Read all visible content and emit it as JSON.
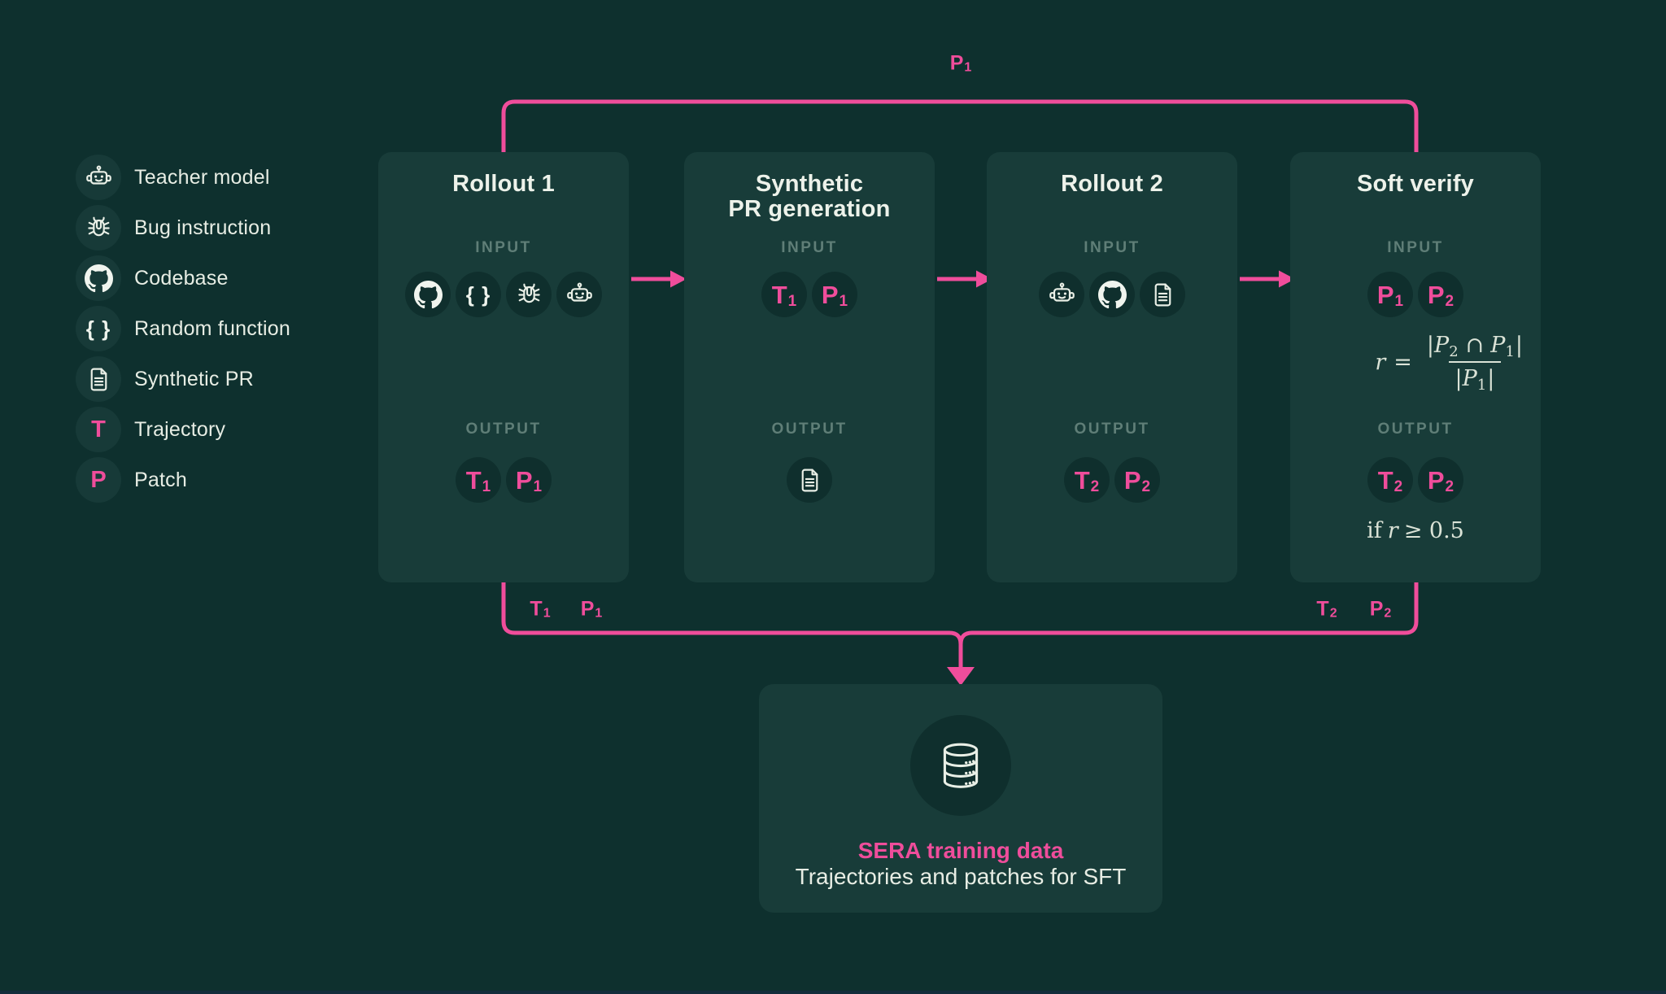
{
  "colors": {
    "background": "#0e302e",
    "card": "#183c39",
    "chip": "#0f2f2d",
    "accent_pink": "#ef4d9b",
    "text_light": "#e7ede4",
    "text_muted": "#5f7e77",
    "formula_text": "#dbe3d7"
  },
  "icons": {
    "braces_glyph": "{ }"
  },
  "legend": {
    "items": [
      {
        "icon": "teacher-model-icon",
        "label": "Teacher model"
      },
      {
        "icon": "bug-icon",
        "label": "Bug instruction"
      },
      {
        "icon": "github-icon",
        "label": "Codebase"
      },
      {
        "icon": "braces-icon",
        "label": "Random function"
      },
      {
        "icon": "document-icon",
        "label": "Synthetic PR"
      },
      {
        "icon": "trajectory-badge",
        "label": "Trajectory",
        "letter": "T"
      },
      {
        "icon": "patch-badge",
        "label": "Patch",
        "letter": "P"
      }
    ]
  },
  "cards": [
    {
      "title": "Rollout 1",
      "input_label": "INPUT",
      "output_label": "OUTPUT",
      "input_icons": [
        "github-icon",
        "braces-icon",
        "bug-icon",
        "teacher-model-icon"
      ],
      "output_badges": [
        {
          "letter": "T",
          "sub": "1"
        },
        {
          "letter": "P",
          "sub": "1"
        }
      ]
    },
    {
      "title": "Synthetic\nPR generation",
      "input_label": "INPUT",
      "output_label": "OUTPUT",
      "input_badges": [
        {
          "letter": "T",
          "sub": "1"
        },
        {
          "letter": "P",
          "sub": "1"
        }
      ],
      "output_icons": [
        "document-icon"
      ]
    },
    {
      "title": "Rollout 2",
      "input_label": "INPUT",
      "output_label": "OUTPUT",
      "input_icons": [
        "teacher-model-icon",
        "github-icon",
        "document-icon"
      ],
      "output_badges": [
        {
          "letter": "T",
          "sub": "2"
        },
        {
          "letter": "P",
          "sub": "2"
        }
      ]
    },
    {
      "title": "Soft verify",
      "input_label": "INPUT",
      "output_label": "OUTPUT",
      "input_badges": [
        {
          "letter": "P",
          "sub": "1"
        },
        {
          "letter": "P",
          "sub": "2"
        }
      ],
      "formula": {
        "lhs": "r",
        "eq": "=",
        "num_open": "|",
        "num_p1": "P",
        "num_sub1": "2",
        "num_op": "∩",
        "num_p2": "P",
        "num_sub2": "1",
        "num_close": "|",
        "den_open": "|",
        "den_p": "P",
        "den_sub": "1",
        "den_close": "|"
      },
      "output_badges": [
        {
          "letter": "T",
          "sub": "2"
        },
        {
          "letter": "P",
          "sub": "2"
        }
      ],
      "condition": {
        "word": "if",
        "var": "r",
        "rest": "≥ 0.5"
      }
    }
  ],
  "connectors": {
    "top_label": {
      "letter": "P",
      "sub": "1"
    },
    "bottom_left_labels": [
      {
        "letter": "T",
        "sub": "1"
      },
      {
        "letter": "P",
        "sub": "1"
      }
    ],
    "bottom_right_labels": [
      {
        "letter": "T",
        "sub": "2"
      },
      {
        "letter": "P",
        "sub": "2"
      }
    ]
  },
  "sink": {
    "icon": "database-icon",
    "title": "SERA training data",
    "subtitle": "Trajectories and patches for SFT"
  }
}
